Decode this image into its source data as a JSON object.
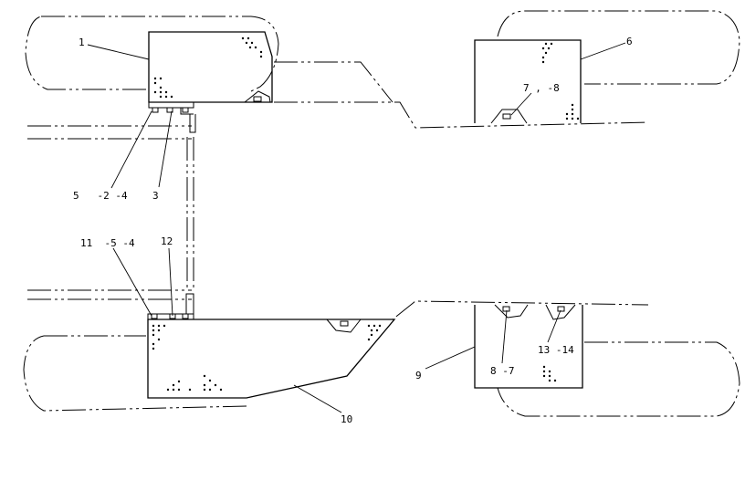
{
  "diagram": {
    "callouts": [
      {
        "id": "c1",
        "text": "1"
      },
      {
        "id": "c2",
        "text": "5   -2 -4"
      },
      {
        "id": "c3",
        "text": "3"
      },
      {
        "id": "c4",
        "text": "11  -5 -4"
      },
      {
        "id": "c5",
        "text": "12"
      },
      {
        "id": "c6",
        "text": "10"
      },
      {
        "id": "c7",
        "text": "6"
      },
      {
        "id": "c8",
        "text": "7 , -8"
      },
      {
        "id": "c9",
        "text": "9"
      },
      {
        "id": "c10",
        "text": "8 -7"
      },
      {
        "id": "c11",
        "text": "13 -14"
      }
    ]
  }
}
